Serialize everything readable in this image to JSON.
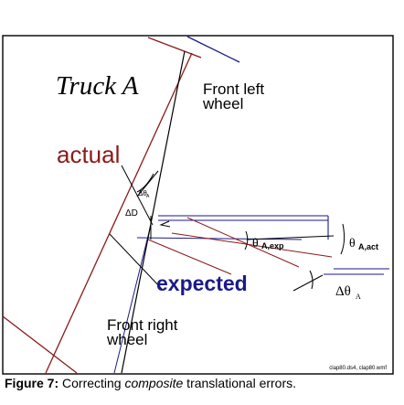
{
  "diagram": {
    "title": "Truck A",
    "label_front_left_line1": "Front left",
    "label_front_left_line2": "wheel",
    "label_actual": "actual",
    "label_expected": "expected",
    "label_front_right_line1": "Front right",
    "label_front_right_line2": "wheel",
    "symbol_delta_theta_small": "Δθ",
    "symbol_delta_theta_small_sub": "A",
    "symbol_delta_d": "ΔD",
    "symbol_theta": "θ",
    "sub_a_exp": "A,exp",
    "sub_a_act": "A,act",
    "symbol_delta_theta": "Δθ",
    "sub_a": "A",
    "source_note": "clap80.ds4, clap80.wmf"
  },
  "caption": {
    "figure_number": "Figure 7:",
    "text_before": " Correcting ",
    "text_emphasis": "composite",
    "text_after": " translational errors."
  }
}
